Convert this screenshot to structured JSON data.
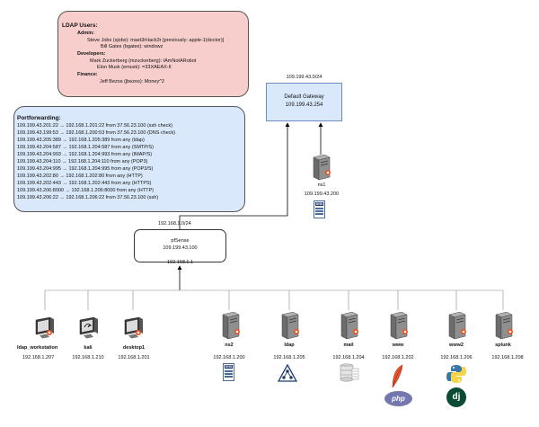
{
  "ldap_users": {
    "title": "LDAP Users:",
    "groups": [
      {
        "label": "Admin:",
        "entries": [
          "Steve Jobs (sjobs): mast3rHack3r [previously: apple-1(doctor)]",
          "Bill Gates (bgates): windowz"
        ]
      },
      {
        "label": "Developers:",
        "entries": [
          "Mark Zuckerberg (mzuckerberg): IAmNotARobot",
          "Elon Musk (emusk): =33XAEAX-II"
        ]
      },
      {
        "label": "Finance:",
        "entries": [
          "Jeff Bezos (jbezos): Money^2"
        ]
      }
    ]
  },
  "portforwarding": {
    "title": "Portforwarding:",
    "rules": [
      "109.199.43.201:22 → 192.168.1.201:22 from 37.56.23.100 (ssh check)",
      "109.199.43.199:53 → 192.168.1.200:53 from 37.56.23.100 (DNS check)",
      "109.199.43.205:389 → 192.168.1.205:389 from any (ldap)",
      "109.199.43.204:587 → 192.168.1.204:587 from any (SMTP/S)",
      "109.199.43.204:993 → 192.168.1.204:993 from any (IMAP/S)",
      "109.199.43.204:110 → 192.168.1.204:110 from any (POP3)",
      "109.199.43.204:995 → 192.168.1.204:995 from any (POP3/S)",
      "109.199.43.202:80 → 192.168.1.202:80 from any (HTTP)",
      "109.199.43.202:443 → 192.168.1.202:443 from any (HTTPS)",
      "109.199.43.206:8000 → 192.168.1.206:8000 from any (HTTP)",
      "109.199.43.206:22 → 192.168.1.206:22 from 37.56.23.100 (ssh)"
    ]
  },
  "gateway": {
    "network": "109.199.43.0/24",
    "name": "Default Gateway",
    "ip": "109.199.43.254"
  },
  "ns1": {
    "name": "ns1",
    "ip": "109.199.43.200",
    "badge": "DNS"
  },
  "pfsense": {
    "network": "192.168.1.0/24",
    "name": "pfSense",
    "wan_ip": "109.199.43.100",
    "lan_ip": "192.168.1.1"
  },
  "hosts": [
    {
      "name": "ldap_workstation",
      "ip": "192.168.1.207"
    },
    {
      "name": "kali",
      "ip": "192.168.1.210"
    },
    {
      "name": "desktop1",
      "ip": "192.168.1.201"
    },
    {
      "name": "ns2",
      "ip": "192.168.1.200",
      "badge": "DNS"
    },
    {
      "name": "ldap",
      "ip": "192.168.1.205"
    },
    {
      "name": "mail",
      "ip": "192.168.1.204"
    },
    {
      "name": "www",
      "ip": "192.168.1.202",
      "badge": "php"
    },
    {
      "name": "www2",
      "ip": "192.168.1.206",
      "badge": "dj"
    },
    {
      "name": "splunk",
      "ip": "192.168.1.208"
    }
  ],
  "colors": {
    "ldap_note": "#f8cecc",
    "pf_note": "#dae8fc",
    "gateway": "#dae8fc",
    "php": "#7377ad",
    "django": "#0c4b33",
    "python_blue": "#3b76a8",
    "python_yellow": "#f6d44a",
    "ubuntu": "#e95420"
  }
}
